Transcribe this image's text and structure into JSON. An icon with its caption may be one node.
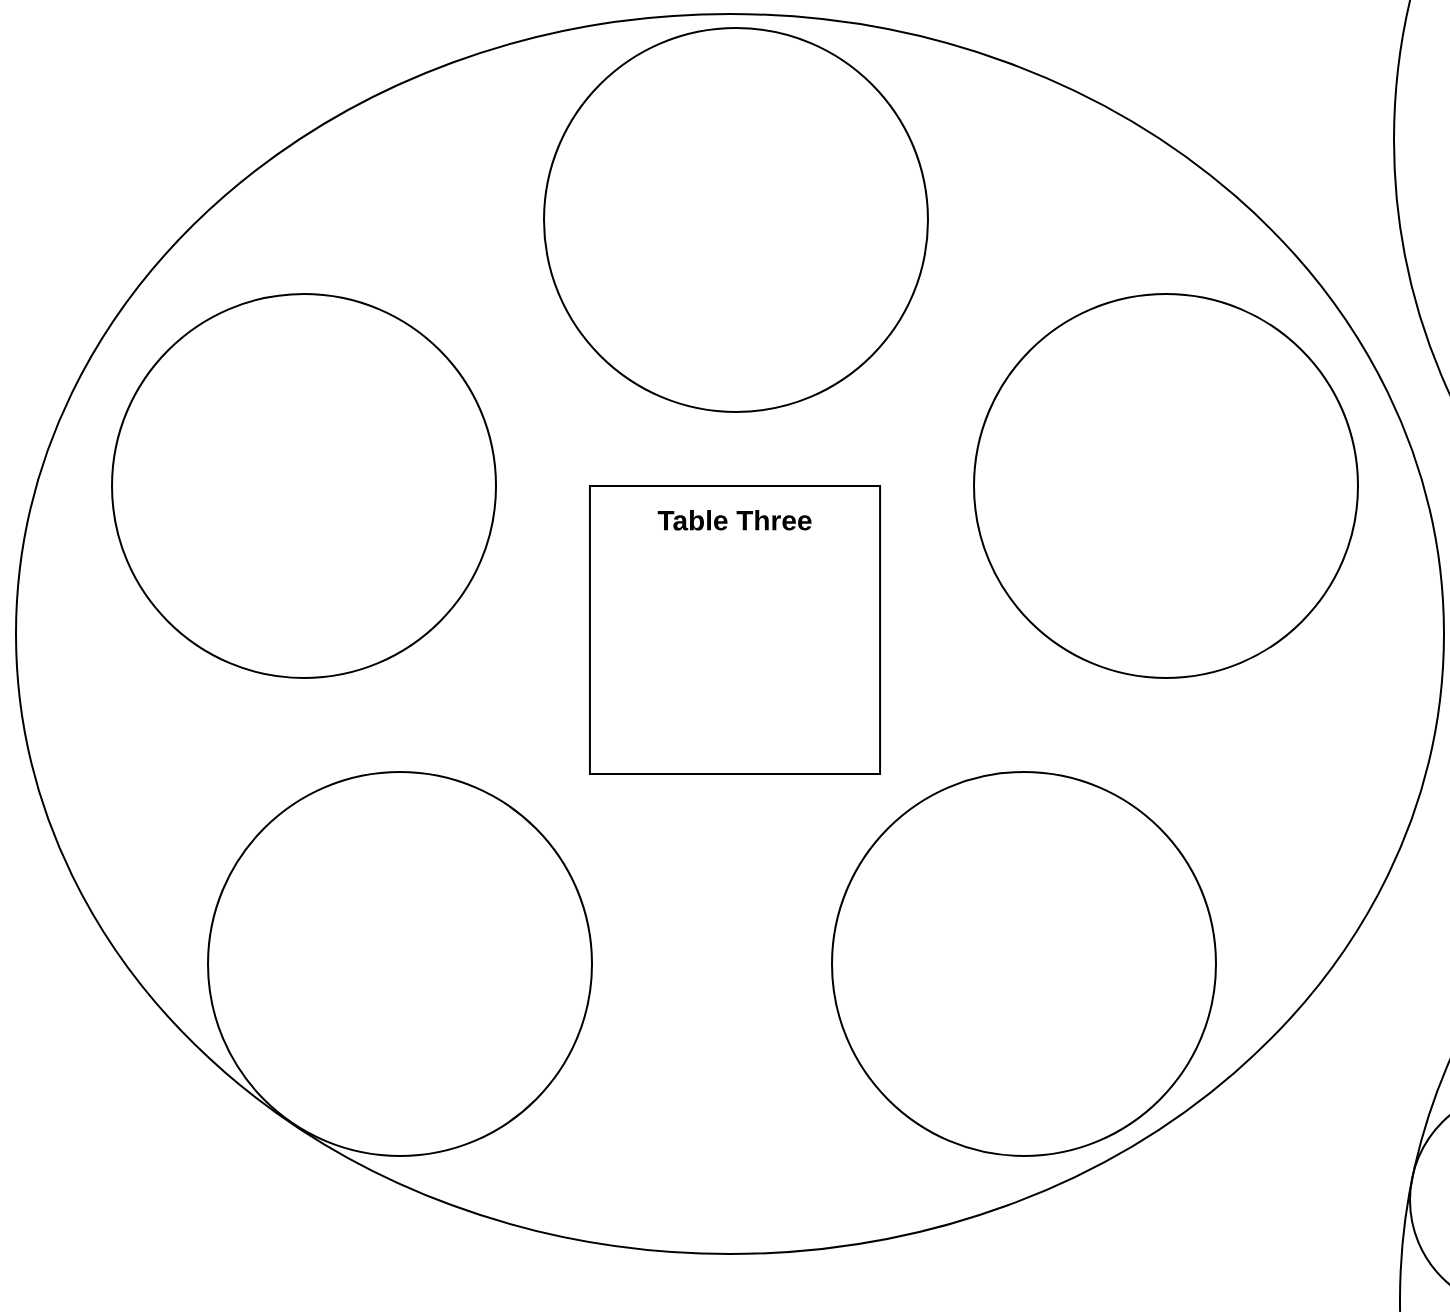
{
  "diagram": {
    "nodes": [
      {
        "text": [],
        "shape": "ellipse"
      },
      {
        "text": [],
        "shape": "circle",
        "in": 0
      },
      {
        "text": [],
        "shape": "circle",
        "in": 0
      },
      {
        "text": [],
        "shape": "circle",
        "in": 0
      },
      {
        "text": [
          "Table Three"
        ],
        "in": 0
      },
      {
        "text": [],
        "shape": "circle",
        "in": 0
      },
      {
        "text": [],
        "shape": "circle",
        "in": 0
      },
      {
        "text": [],
        "shape": "circle"
      },
      {
        "text": [],
        "shape": "circle"
      },
      {
        "text": [],
        "shape": "circle",
        "in": 8
      }
    ]
  }
}
